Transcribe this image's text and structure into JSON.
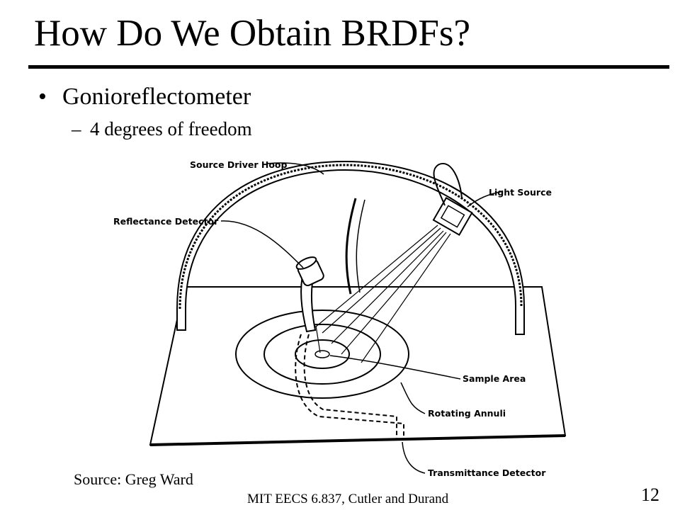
{
  "slide": {
    "title": "How Do We Obtain BRDFs?",
    "bullets": [
      {
        "marker": "•",
        "text": "Gonioreflectometer",
        "sub": [
          {
            "marker": "–",
            "text": "4 degrees of freedom"
          }
        ]
      }
    ]
  },
  "figure": {
    "labels": {
      "source_driver_hoop": "Source Driver Hoop",
      "light_source": "Light Source",
      "reflectance_detector": "Reflectance Detector",
      "sample_area": "Sample Area",
      "rotating_annuli": "Rotating Annuli",
      "transmittance_detector": "Transmittance Detector"
    },
    "credit": "Source: Greg Ward"
  },
  "footer": {
    "text": "MIT EECS 6.837, Cutler and Durand",
    "page_number": "12"
  }
}
